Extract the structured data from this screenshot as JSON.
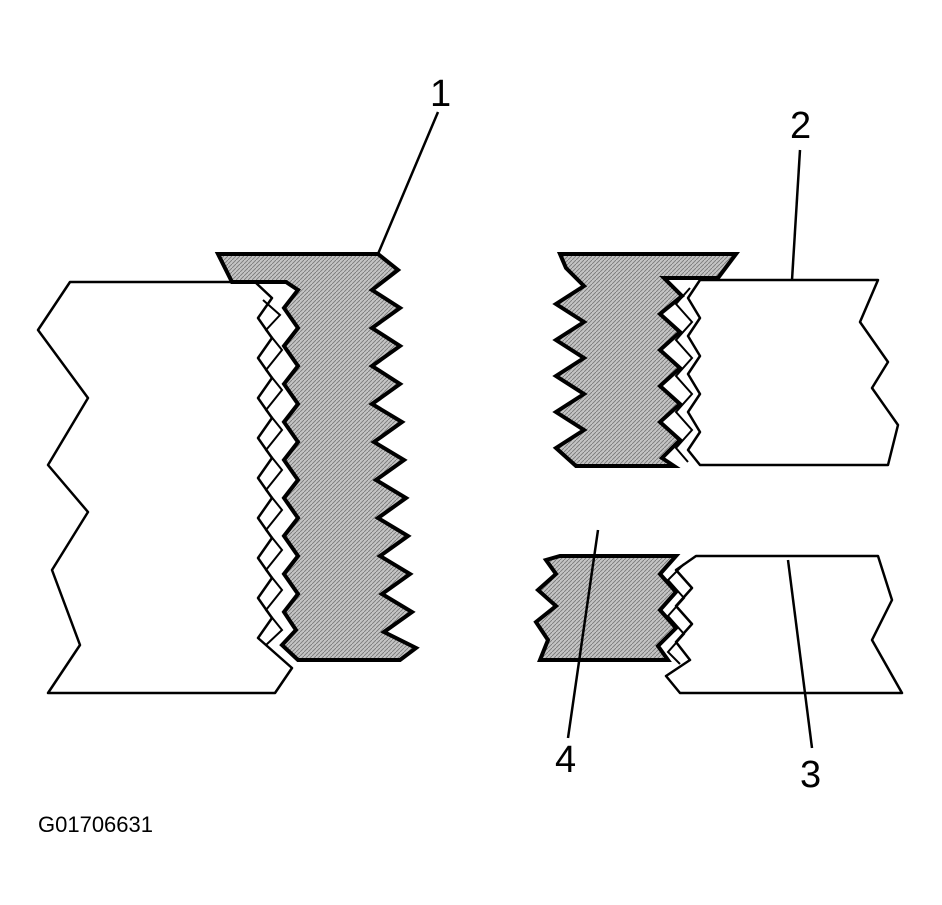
{
  "figure": {
    "callouts": [
      "1",
      "2",
      "3",
      "4"
    ],
    "figure_id": "G01706631"
  },
  "colors": {
    "line": "#000000",
    "fill": "#ffffff",
    "insert_fill": "#b9b9b9"
  }
}
